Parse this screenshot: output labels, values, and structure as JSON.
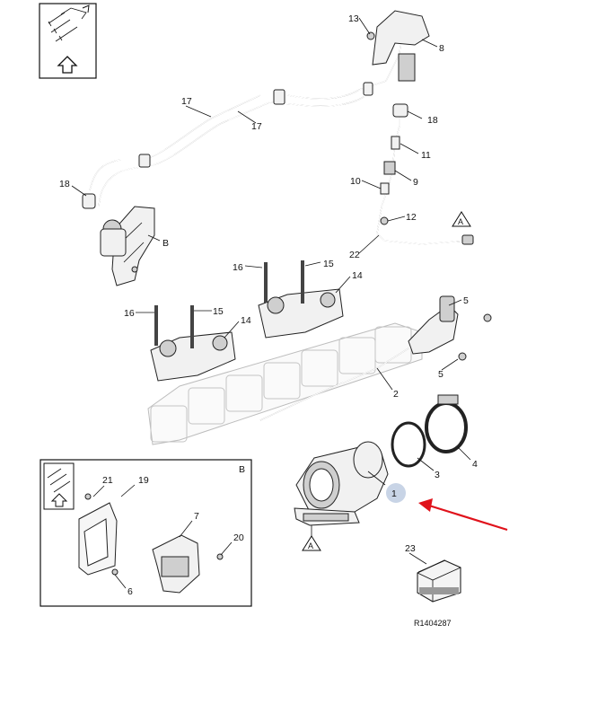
{
  "diagram": {
    "reference_code": "R1404287",
    "section_markers": {
      "a": "A",
      "b": "B"
    },
    "detail_box_label": "B",
    "highlighted_callout": "1",
    "pointer_arrow_color": "#e0121b",
    "highlight_color": "#c8d4e6",
    "kit_box_callout": "23",
    "callouts": [
      "1",
      "2",
      "3",
      "4",
      "5",
      "5",
      "6",
      "7",
      "8",
      "9",
      "10",
      "11",
      "12",
      "13",
      "14",
      "14",
      "15",
      "15",
      "16",
      "16",
      "17",
      "17",
      "18",
      "18",
      "19",
      "20",
      "21",
      "22",
      "23"
    ]
  },
  "icons": [
    "direction-arrows-icon",
    "up-arrow-icon",
    "parts-kit-box-icon"
  ]
}
